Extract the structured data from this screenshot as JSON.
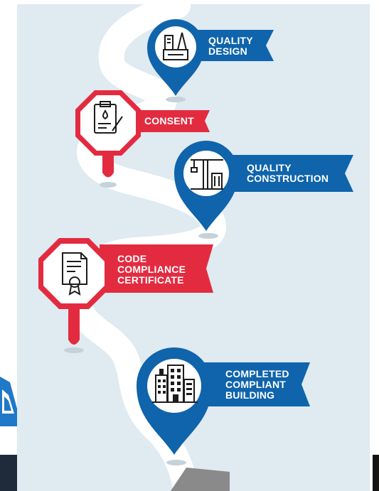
{
  "colors": {
    "blue": "#0f64ab",
    "red": "#e32b40",
    "road": "#ffffff",
    "background": "#dfeaf1",
    "icon_stroke": "#1c1c1c"
  },
  "steps": [
    {
      "shape": "pin",
      "color": "blue",
      "icon": "design-tools-icon",
      "lines": [
        "QUALITY",
        "DESIGN"
      ]
    },
    {
      "shape": "stop-sign",
      "color": "red",
      "icon": "clipboard-consent-icon",
      "lines": [
        "CONSENT"
      ]
    },
    {
      "shape": "pin",
      "color": "blue",
      "icon": "construction-crane-icon",
      "lines": [
        "QUALITY",
        "CONSTRUCTION"
      ]
    },
    {
      "shape": "stop-sign",
      "color": "red",
      "icon": "certificate-icon",
      "lines": [
        "CODE",
        "COMPLIANCE",
        "CERTIFICATE"
      ]
    },
    {
      "shape": "pin",
      "color": "blue",
      "icon": "office-buildings-icon",
      "lines": [
        "COMPLETED",
        "COMPLIANT",
        "BUILDING"
      ]
    }
  ]
}
